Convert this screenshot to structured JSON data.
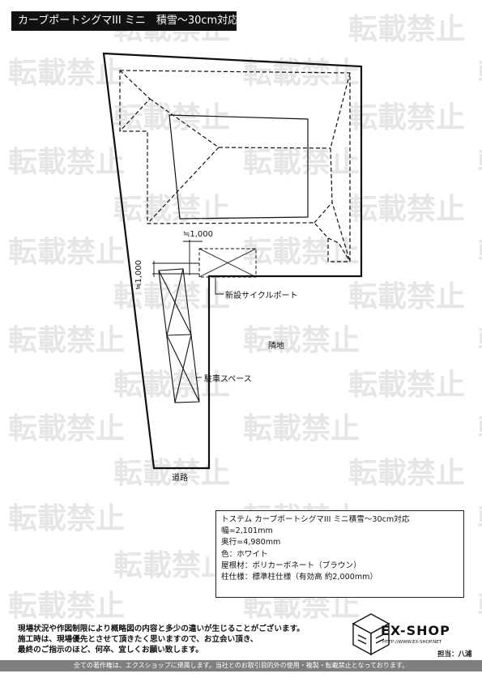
{
  "title": "カーブポートシグマIII ミニ　積雪～30cm対応",
  "watermark_text": "転載禁止",
  "plan": {
    "dim_width": "≒1,000",
    "dim_depth": "≒1,000",
    "label_carport": "新設サイクルポート",
    "label_neighbor": "隣地",
    "label_parking": "駐車スペース",
    "label_road": "道路"
  },
  "spec": {
    "line1": "トステム カーブポートシグマIII ミニ積雪～30cm対応",
    "line2": "幅=2,101mm",
    "line3": "奥行=4,980mm",
    "line4": "色：ホワイト",
    "line5": "屋根材：ポリカーボネート（ブラウン）",
    "line6": "柱仕様：標準柱仕様（有効高 約2,000mm）"
  },
  "notice": {
    "line1": "現場状況や作図制限により概略図の内容と多少の違いが生じることがございます。",
    "line2": "施工時は、現場優先とさせて頂きたく思いますので、お立会い頂き、",
    "line3": "最終のご指示のほど、何卒、宜しくお願い致します。"
  },
  "logo": {
    "name": "EX-SHOP",
    "url": "HTTP://WWW.EX-SHOP.NET",
    "icon": "cube-logo-icon"
  },
  "staff": "担当：八浦",
  "footer": "全ての著作権は、エクスショップに帰属します。当社とのお取引目的外の使用・複製・転載禁止となっております。"
}
